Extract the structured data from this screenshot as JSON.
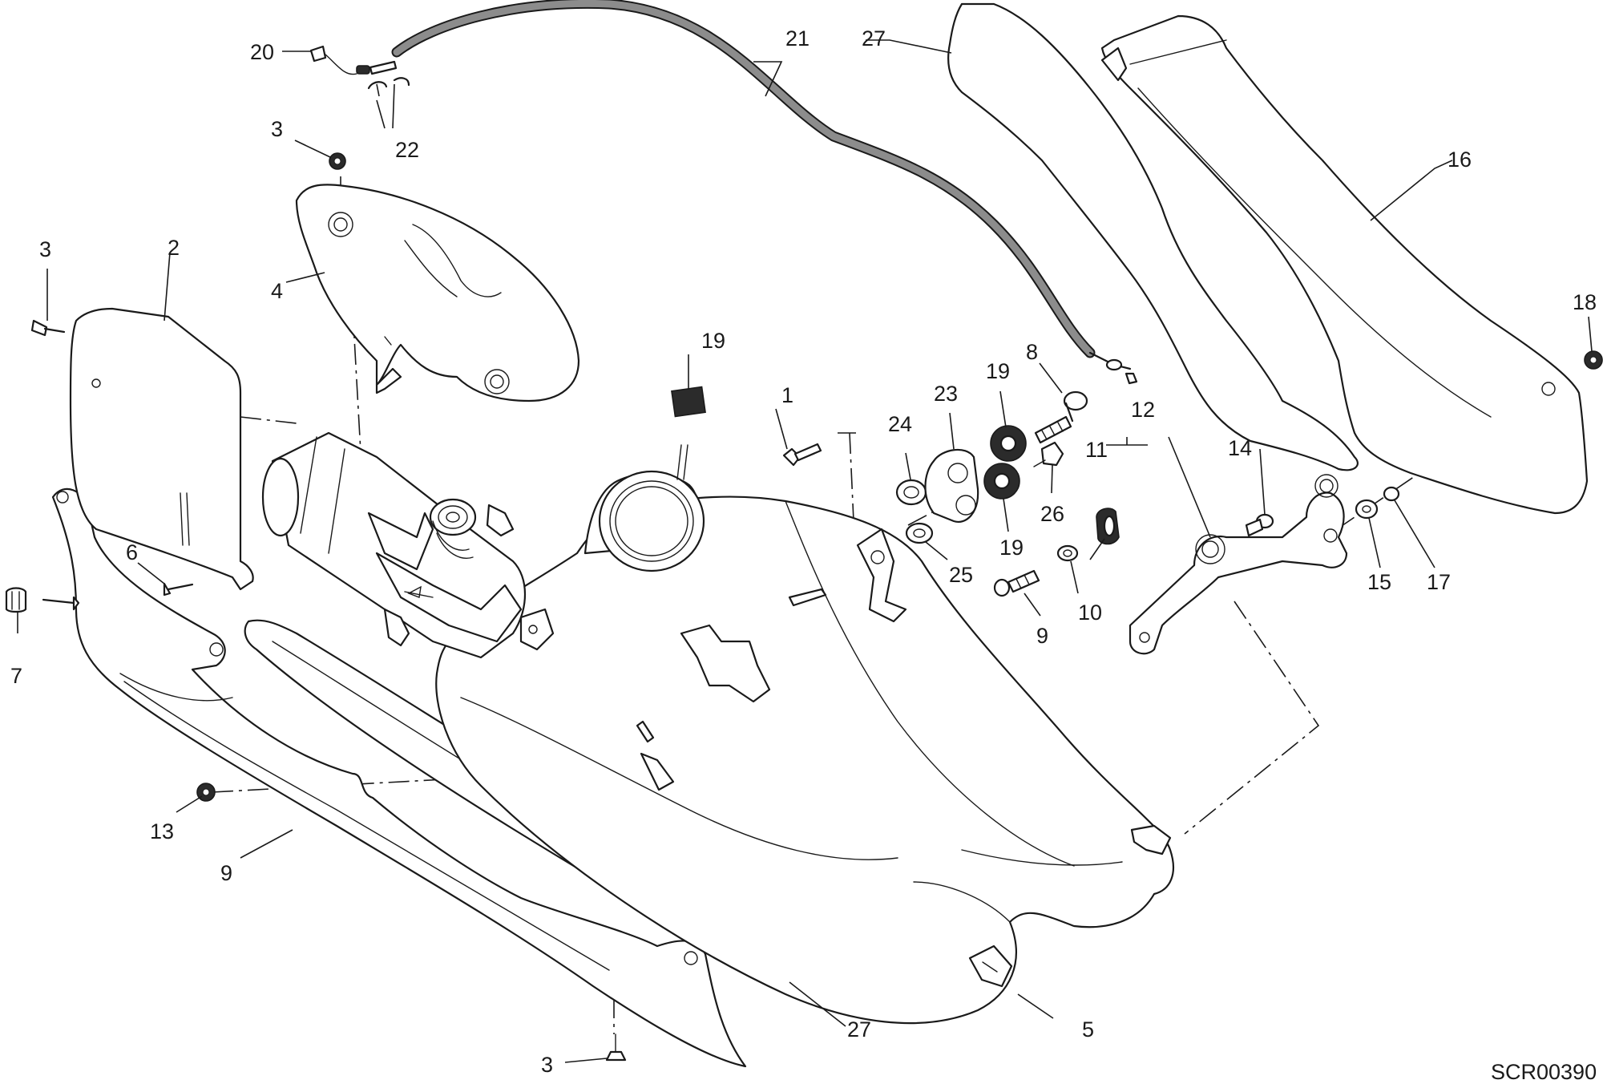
{
  "drawing_code": "SCR00390",
  "callouts": [
    {
      "id": "c-1",
      "label": "1"
    },
    {
      "id": "c-2",
      "label": "2"
    },
    {
      "id": "c-3a",
      "label": "3"
    },
    {
      "id": "c-3b",
      "label": "3"
    },
    {
      "id": "c-3c",
      "label": "3"
    },
    {
      "id": "c-4",
      "label": "4"
    },
    {
      "id": "c-5",
      "label": "5"
    },
    {
      "id": "c-6",
      "label": "6"
    },
    {
      "id": "c-7",
      "label": "7"
    },
    {
      "id": "c-8",
      "label": "8"
    },
    {
      "id": "c-9a",
      "label": "9"
    },
    {
      "id": "c-9b",
      "label": "9"
    },
    {
      "id": "c-10",
      "label": "10"
    },
    {
      "id": "c-11",
      "label": "11"
    },
    {
      "id": "c-12",
      "label": "12"
    },
    {
      "id": "c-13",
      "label": "13"
    },
    {
      "id": "c-14",
      "label": "14"
    },
    {
      "id": "c-15",
      "label": "15"
    },
    {
      "id": "c-16",
      "label": "16"
    },
    {
      "id": "c-17",
      "label": "17"
    },
    {
      "id": "c-18",
      "label": "18"
    },
    {
      "id": "c-19a",
      "label": "19"
    },
    {
      "id": "c-19b",
      "label": "19"
    },
    {
      "id": "c-19c",
      "label": "19"
    },
    {
      "id": "c-20",
      "label": "20"
    },
    {
      "id": "c-21",
      "label": "21"
    },
    {
      "id": "c-22",
      "label": "22"
    },
    {
      "id": "c-23",
      "label": "23"
    },
    {
      "id": "c-24",
      "label": "24"
    },
    {
      "id": "c-25",
      "label": "25"
    },
    {
      "id": "c-26",
      "label": "26"
    },
    {
      "id": "c-27a",
      "label": "27"
    },
    {
      "id": "c-27b",
      "label": "27"
    }
  ]
}
